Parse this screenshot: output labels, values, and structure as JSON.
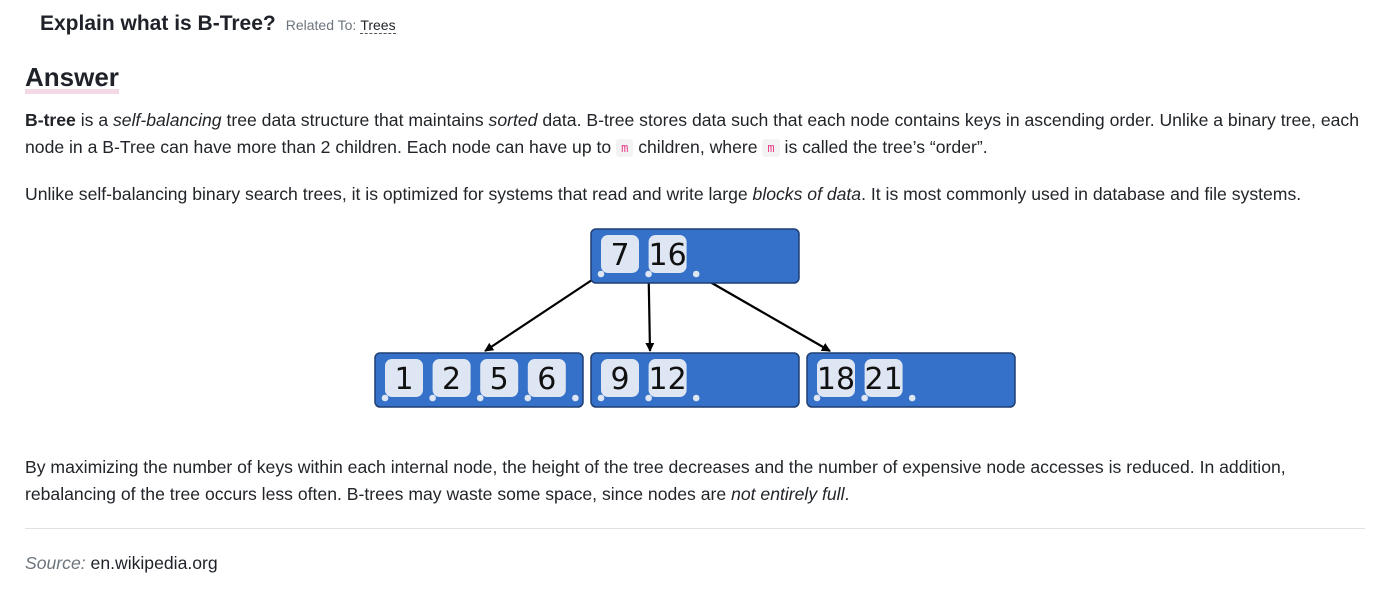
{
  "question": {
    "title": "Explain what is B-Tree?",
    "related_label": "Related To:",
    "related_topic": "Trees"
  },
  "answer": {
    "heading": "Answer",
    "p1": {
      "term": "B-tree",
      "t1": " is a ",
      "em1": "self-balancing",
      "t2": " tree data structure that maintains ",
      "em2": "sorted",
      "t3": " data. B-tree stores data such that each node contains keys in ascending order. Unlike a binary tree, each node in a B-Tree can have more than 2 children. Each node can have up to ",
      "code1": "m",
      "t4": " children, where ",
      "code2": "m",
      "t5": " is called the tree’s “order”."
    },
    "p2": {
      "t1": "Unlike self-balancing binary search trees, it is optimized for systems that read and write large ",
      "em1": "blocks of data",
      "t2": ". It is most commonly used in database and file systems."
    },
    "p3": {
      "t1": "By maximizing the number of keys within each internal node, the height of the tree decreases and the number of expensive node accesses is reduced. In addition, rebalancing of the tree occurs less often. B-trees may waste some space, since nodes are ",
      "em1": "not entirely full",
      "t2": "."
    }
  },
  "figure": {
    "colors": {
      "node_fill": "#3571c9",
      "node_border": "#1e3e73",
      "key_fill": "#dfe6f3",
      "arrow": "#000000",
      "pointer_dot": "#dfe6f3"
    },
    "root": {
      "keys": [
        "7",
        "16"
      ]
    },
    "children": [
      {
        "keys": [
          "1",
          "2",
          "5",
          "6"
        ]
      },
      {
        "keys": [
          "9",
          "12"
        ]
      },
      {
        "keys": [
          "18",
          "21"
        ]
      }
    ]
  },
  "source": {
    "label": "Source:",
    "link_text": "en.wikipedia.org"
  }
}
